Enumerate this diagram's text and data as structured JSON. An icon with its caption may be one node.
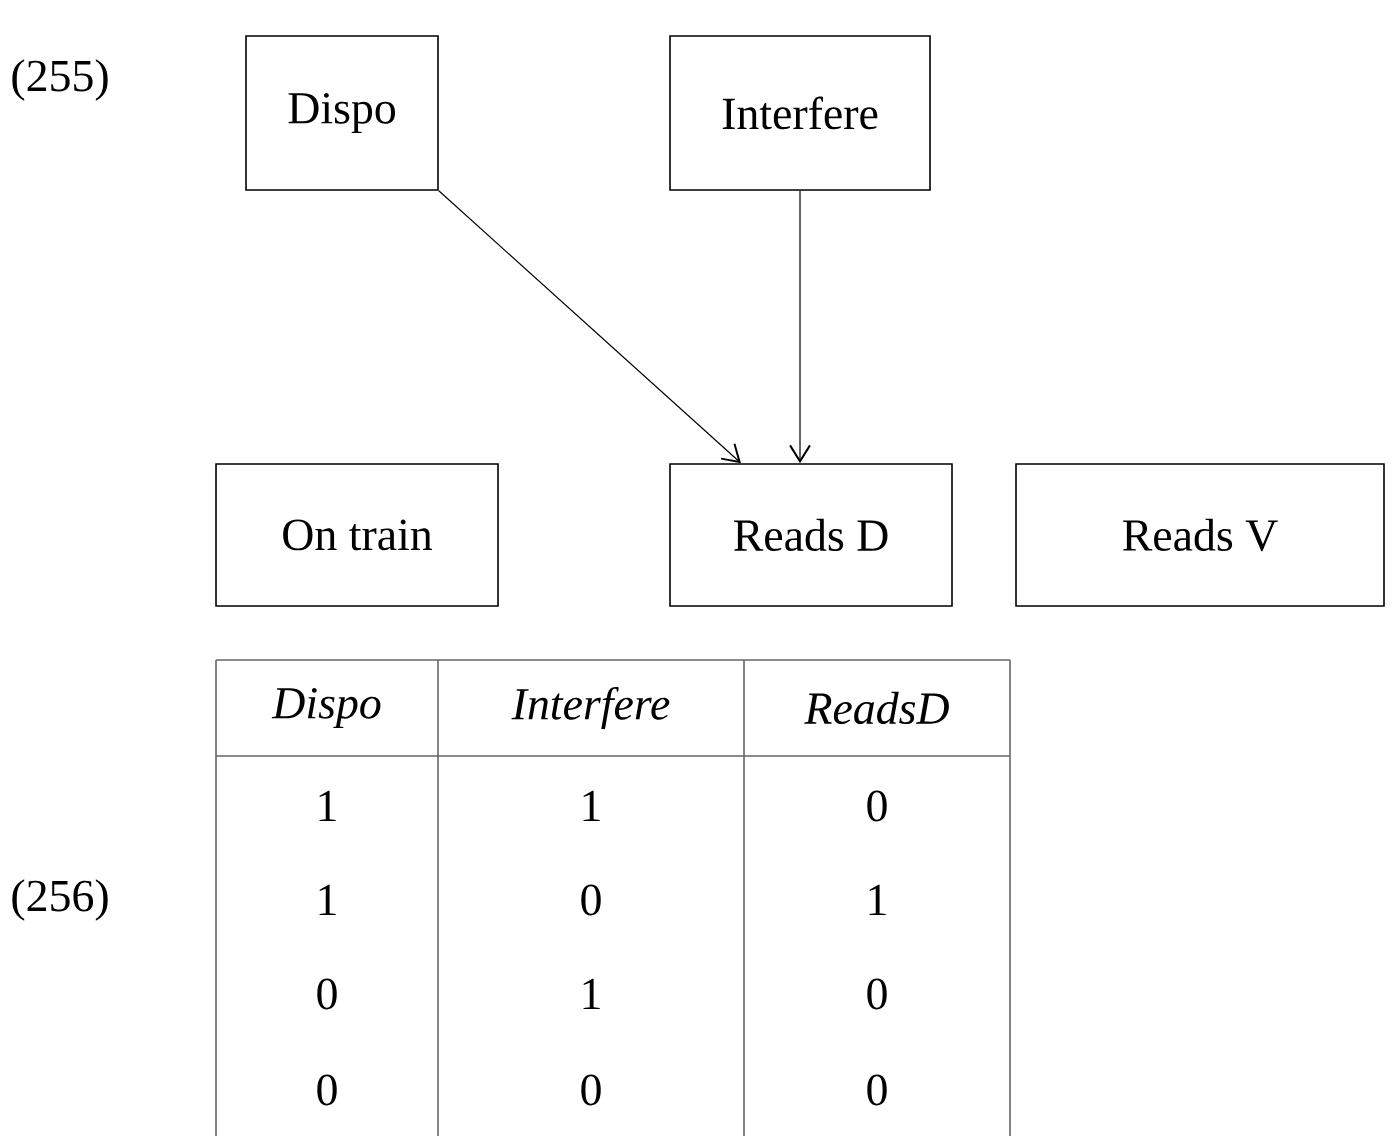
{
  "diagram": {
    "nodes": [
      {
        "text": [
          "Dispo"
        ]
      },
      {
        "text": [
          "Interfere"
        ]
      },
      {
        "text": [
          "On train"
        ]
      },
      {
        "text": [
          "Reads D"
        ]
      },
      {
        "text": [
          "Reads V"
        ]
      }
    ],
    "edges": [
      {
        "from": 0,
        "to": 3,
        "arrow": "to"
      },
      {
        "from": 1,
        "to": 3,
        "arrow": "to"
      }
    ],
    "labels": [
      "(255)",
      "(256)",
      "Dispo",
      "Interfere",
      "ReadsD",
      "1",
      "1",
      "0",
      "1",
      "0",
      "1",
      "0",
      "1",
      "0",
      "0",
      "0",
      "0"
    ]
  }
}
